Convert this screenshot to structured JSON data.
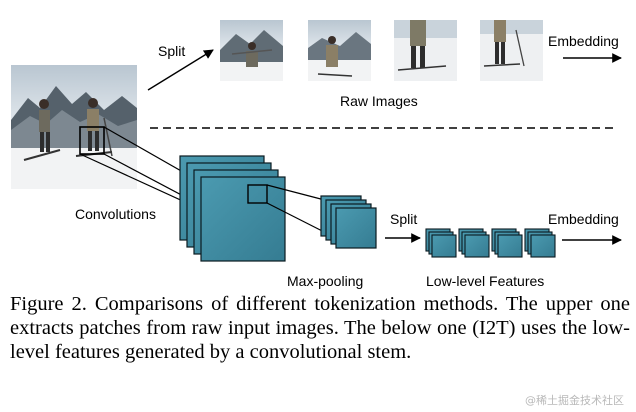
{
  "labels": {
    "split_top": "Split",
    "embedding_top": "Embedding",
    "raw_images": "Raw Images",
    "convolutions": "Convolutions",
    "split_bottom": "Split",
    "embedding_bottom": "Embedding",
    "max_pooling": "Max-pooling",
    "low_level_features": "Low-level Features"
  },
  "caption": "Figure 2. Comparisons of different tokenization methods.  The upper one extracts patches from raw input images.  The below one (I2T) uses the low-level features generated by a convolutional stem.",
  "watermark": "@稀土掘金技术社区",
  "colors": {
    "feature_map_fill": "#3f8aa0",
    "feature_map_border": "#0a1a20",
    "text": "#000000"
  },
  "icons": {
    "arrow": "right-arrow-icon"
  }
}
